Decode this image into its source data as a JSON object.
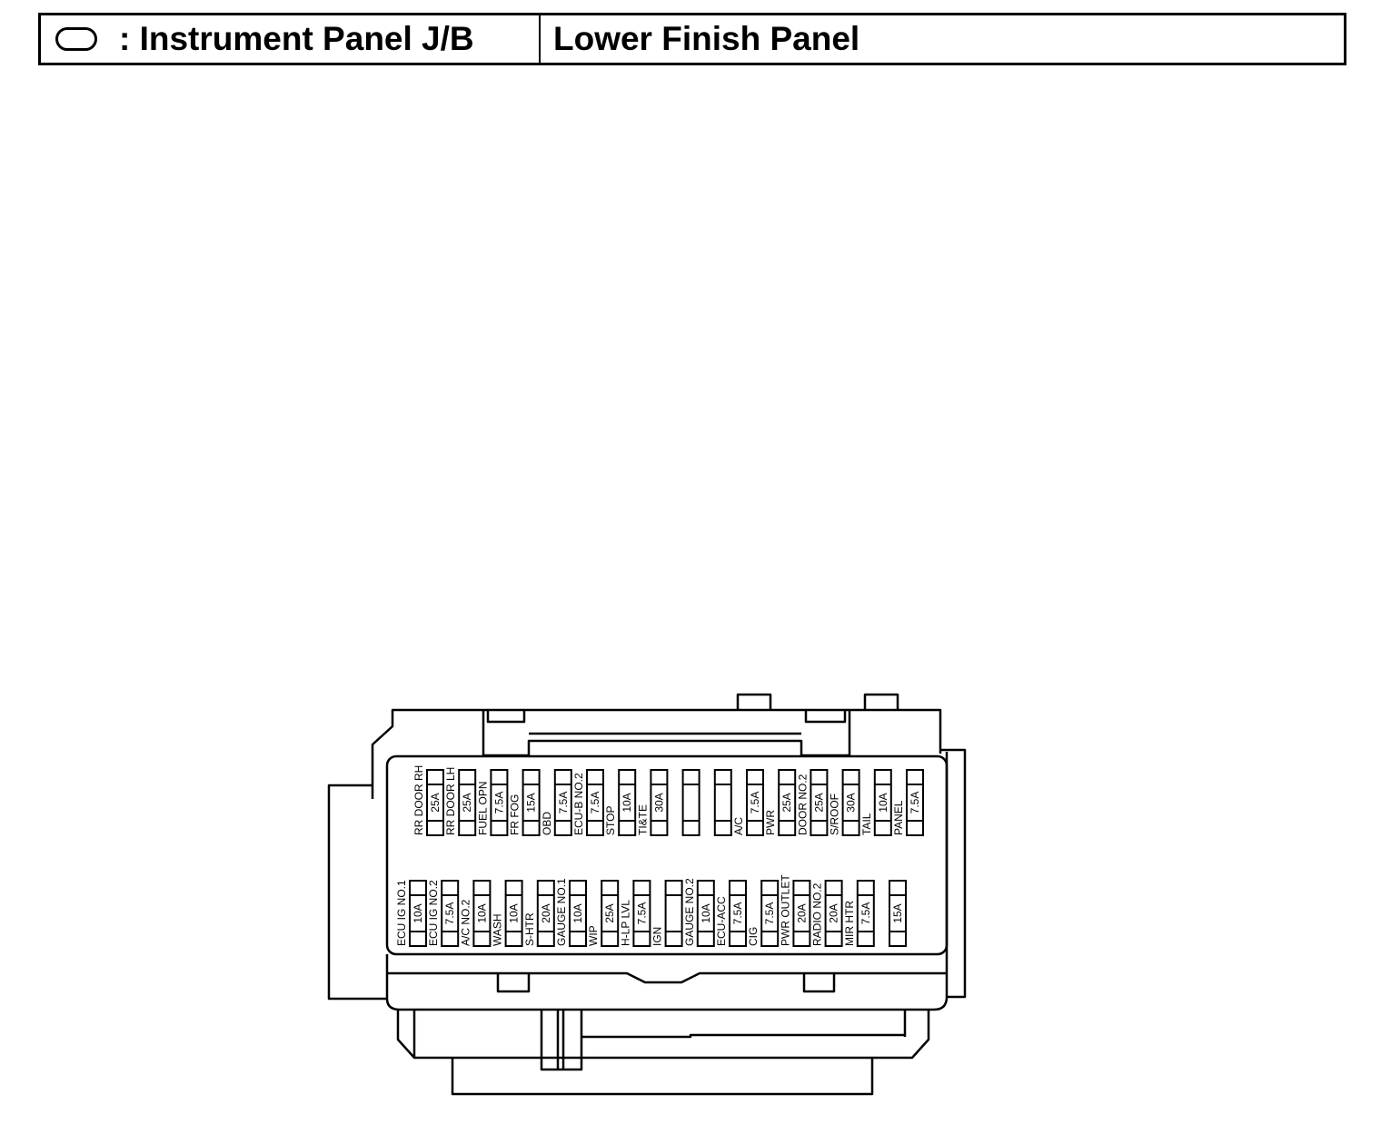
{
  "header": {
    "legend_symbol": "oval-icon",
    "jb_label": ": Instrument Panel J/B",
    "location": "Lower Finish Panel"
  },
  "fuses": {
    "top_row": [
      {
        "name": "RR DOOR RH",
        "amp": "25A"
      },
      {
        "name": "RR DOOR LH",
        "amp": "25A"
      },
      {
        "name": "FUEL OPN",
        "amp": "7.5A"
      },
      {
        "name": "FR FOG",
        "amp": "15A"
      },
      {
        "name": "OBD",
        "amp": "7.5A"
      },
      {
        "name": "ECU-B NO.2",
        "amp": "7.5A"
      },
      {
        "name": "STOP",
        "amp": "10A"
      },
      {
        "name": "TI&TE",
        "amp": "30A"
      },
      {
        "name": "",
        "amp": ""
      },
      {
        "name": "",
        "amp": ""
      },
      {
        "name": "A/C",
        "amp": "7.5A"
      },
      {
        "name": "PWR",
        "amp": "25A"
      },
      {
        "name": "DOOR NO.2",
        "amp": "25A"
      },
      {
        "name": "S/ROOF",
        "amp": "30A"
      },
      {
        "name": "TAIL",
        "amp": "10A"
      },
      {
        "name": "PANEL",
        "amp": "7.5A"
      }
    ],
    "bottom_row": [
      {
        "name": "ECU IG NO.1",
        "amp": "10A"
      },
      {
        "name": "ECU IG NO.2",
        "amp": "7.5A"
      },
      {
        "name": "A/C NO.2",
        "amp": "10A"
      },
      {
        "name": "WASH",
        "amp": "10A"
      },
      {
        "name": "S-HTR",
        "amp": "20A"
      },
      {
        "name": "GAUGE NO.1",
        "amp": "10A"
      },
      {
        "name": "WIP",
        "amp": "25A"
      },
      {
        "name": "H-LP LVL",
        "amp": "7.5A"
      },
      {
        "name": "IGN",
        "amp": ""
      },
      {
        "name": "GAUGE NO.2",
        "amp": "10A"
      },
      {
        "name": "ECU-ACC",
        "amp": "7.5A"
      },
      {
        "name": "CIG",
        "amp": "7.5A"
      },
      {
        "name": "PWR OUTLET",
        "amp": "20A"
      },
      {
        "name": "RADIO NO.2",
        "amp": "20A"
      },
      {
        "name": "MIR HTR",
        "amp": "7.5A"
      },
      {
        "name": "",
        "amp": "15A"
      }
    ]
  }
}
